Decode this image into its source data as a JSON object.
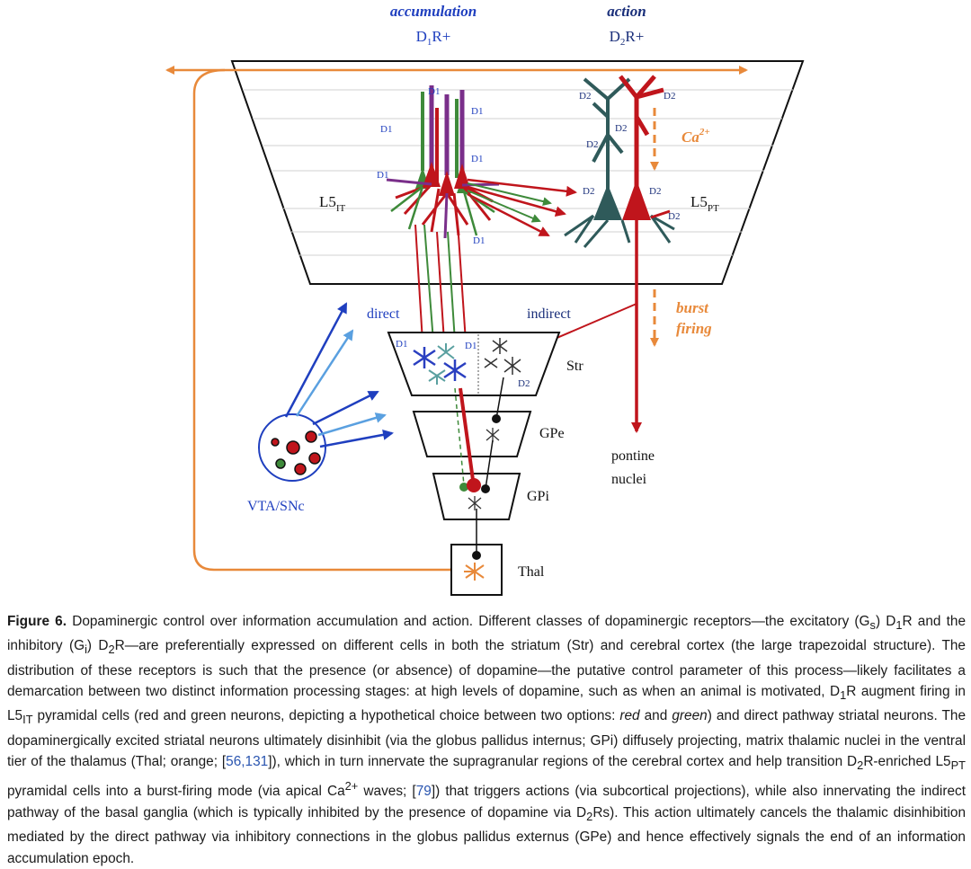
{
  "colors": {
    "blue": "#1f3fbf",
    "darkblue": "#1a2f7a",
    "orange": "#e8893a",
    "red": "#c0151c",
    "green": "#3e8a3a",
    "purple": "#7a2f8a",
    "teal": "#2f5a5a",
    "lightblue": "#5aa0e0"
  },
  "labels": {
    "accumulation": "accumulation",
    "d1r_header": "D1R+",
    "action": "action",
    "d2r_header": "D2R+",
    "ca": "Ca2+",
    "l5it": "L5IT",
    "l5pt": "L5PT",
    "d1": "D1",
    "d2": "D2",
    "direct": "direct",
    "indirect": "indirect",
    "burst": "burst",
    "firing": "firing",
    "str": "Str",
    "gpe": "GPe",
    "gpi": "GPi",
    "thal": "Thal",
    "pontine": "pontine",
    "nuclei": "nuclei",
    "vta": "VTA/SNc"
  },
  "caption": {
    "fig_label": "Figure 6.",
    "p1": "Dopaminergic control over information accumulation and action. Different classes of dopaminergic receptors—the excitatory (G",
    "p2": ") D",
    "p3": "R and the inhibitory (G",
    "p4": ") D",
    "p5": "R—are preferentially expressed on different cells in both the striatum (Str) and cerebral cortex (the large trapezoidal structure). The distribution of these receptors is such that the presence (or absence) of dopamine—the putative control parameter of this process—likely facilitates a demarcation between two distinct information processing stages: at high levels of dopamine, such as when an animal is motivated, D",
    "p6": "R augment firing in L5",
    "p7": " pyramidal cells (red and green neurons, depicting a hypothetical choice between two options: ",
    "red_word": "red",
    "and_word": " and ",
    "green_word": "green",
    "p8": ") and direct pathway striatal neurons. The dopaminergically excited striatal neurons ultimately disinhibit (via the globus pallidus internus; GPi) diffusely projecting, matrix thalamic nuclei in the ventral tier of the thalamus (Thal; orange; [",
    "ref1": "56,131",
    "p9": "]), which in turn innervate the supragranular regions of the cerebral cortex and help transition D",
    "p10": "R-enriched L5",
    "p11": " pyramidal cells into a burst-firing mode (via apical Ca",
    "p12": " waves; [",
    "ref2": "79",
    "p13": "]) that triggers actions (via subcortical projections), while also innervating the indirect pathway of the basal ganglia (which is typically inhibited by the presence of dopamine via D",
    "p14": "Rs). This action ultimately cancels the thalamic disinhibition mediated by the direct pathway via inhibitory connections in the globus pallidus externus (GPe) and hence effectively signals the end of an information accumulation epoch.",
    "sub_s": "s",
    "sub_i": "i",
    "sub_1": "1",
    "sub_2": "2",
    "sub_IT": "IT",
    "sub_PT": "PT",
    "sup_2plus": "2+"
  }
}
